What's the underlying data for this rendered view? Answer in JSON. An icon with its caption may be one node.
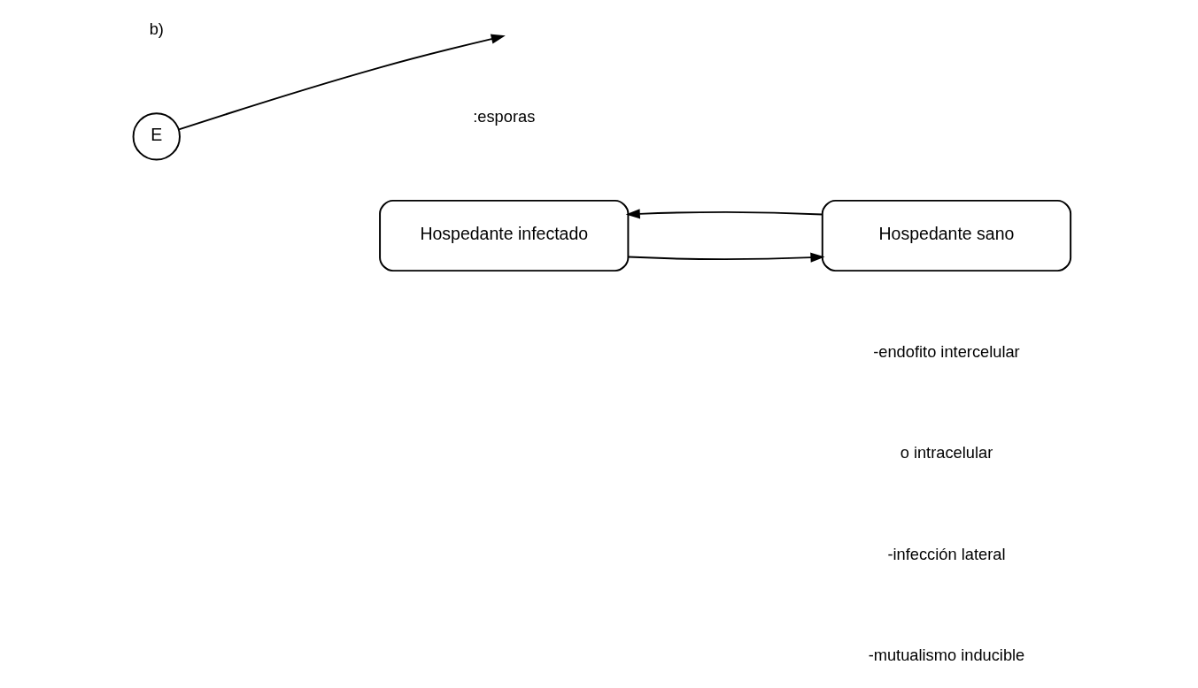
{
  "diagram": {
    "nodes": [
      {
        "text": [
          "Hospedante infectado"
        ]
      },
      {
        "text": [
          "Hospedante sano"
        ]
      },
      {
        "text": [
          "E"
        ]
      }
    ],
    "edges": [
      {
        "from": 0,
        "to": 1,
        "arrow": "to"
      },
      {
        "from": 1,
        "to": 0,
        "arrow": "to"
      },
      {
        "from": 2,
        "to": null,
        "arrow": "to"
      }
    ],
    "labels": [
      "b)",
      "-infección lateral",
      "-mutualismo inducible",
      "-endofito intercelular",
      "o intracelular",
      ":esporas"
    ]
  }
}
